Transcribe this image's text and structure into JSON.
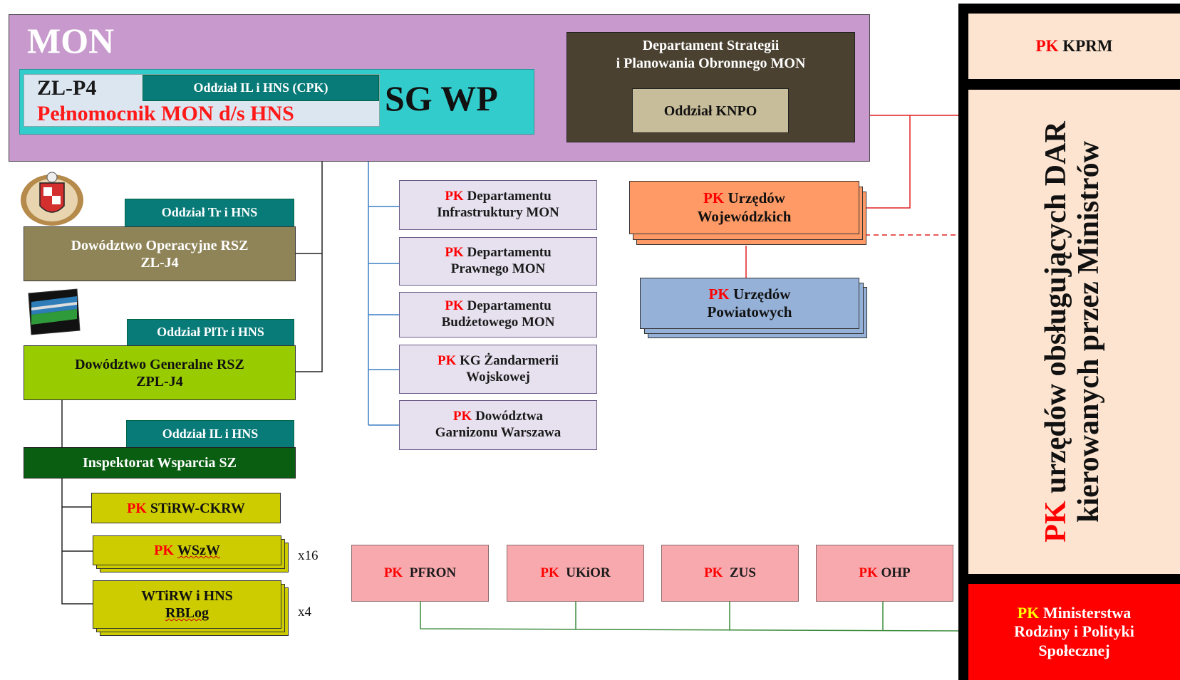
{
  "mon": {
    "label": "MON"
  },
  "sgwp": {
    "label": "SG WP"
  },
  "zl_p4": {
    "code": "ZL-P4",
    "plenipotentiary": "Pełnomocnik MON d/s HNS"
  },
  "oddzial_il_cpk": {
    "label": "Oddział IL i HNS (CPK)"
  },
  "dspo": {
    "line1": "Departament Strategii",
    "line2": "i Planowania Obronnego MON",
    "knpo": "Oddział KNPO"
  },
  "left_column": {
    "oddzial_tr": "Oddział Tr i HNS",
    "do_rsz": {
      "line1": "Dowództwo Operacyjne RSZ",
      "line2": "ZL-J4"
    },
    "oddzial_pltr": "Oddział PlTr i HNS",
    "dg_rsz": {
      "line1": "Dowództwo Generalne RSZ",
      "line2": "ZPL-J4"
    },
    "oddzial_il": "Oddział IL i HNS",
    "iwsz": "Inspektorat Wsparcia SZ",
    "stirw": {
      "pk": "PK",
      "name": "STiRW-CKRW"
    },
    "wszw": {
      "pk": "PK",
      "name": "WSzW",
      "count": "x16"
    },
    "wtirw": {
      "line1": "WTiRW i HNS",
      "line2": "RBLog",
      "count": "x4"
    }
  },
  "departments": [
    {
      "pk": "PK",
      "line1": "Departamentu",
      "line2": "Infrastruktury MON"
    },
    {
      "pk": "PK",
      "line1": "Departamentu",
      "line2": "Prawnego MON"
    },
    {
      "pk": "PK",
      "line1": "Departamentu",
      "line2": "Budżetowego MON"
    },
    {
      "pk": "PK",
      "line1": "KG Żandarmerii",
      "line2": "Wojskowej"
    },
    {
      "pk": "PK",
      "line1": "Dowództwa",
      "line2": "Garnizonu Warszawa"
    }
  ],
  "voivodeship": {
    "pk": "PK",
    "line1": "Urzędów",
    "line2": "Wojewódzkich"
  },
  "county": {
    "pk": "PK",
    "line1": "Urzędów",
    "line2": "Powiatowych"
  },
  "bottom_row": [
    {
      "pk": "PK",
      "name": "PFRON"
    },
    {
      "pk": "PK",
      "name": "UKiOR"
    },
    {
      "pk": "PK",
      "name": "ZUS"
    },
    {
      "pk": "PK",
      "name": "OHP"
    }
  ],
  "right_panel": {
    "kprm": {
      "pk": "PK",
      "name": "KPRM"
    },
    "vertical": {
      "pk": "PK",
      "line1": "urzędów obsługujących DAR",
      "line2": "kierowanych przez Ministrów"
    },
    "ministry": {
      "pk": "PK",
      "line1": "Ministerstwa",
      "line2": "Rodziny i Polityki",
      "line3": "Społecznej"
    }
  },
  "colors": {
    "mon_bg": "#c799cc",
    "sgwp_bg": "#33cccc",
    "dspo_bg": "#4a4130",
    "knpo_bg": "#c8bd9a",
    "teal": "#087b78",
    "olive": "#8f8458",
    "lime": "#99cc00",
    "dark_green": "#0a5e12",
    "yellow_green": "#cccc00",
    "orange": "#ff9a66",
    "steel_blue": "#95b1d8",
    "lilac": "#e7e1ef",
    "pink": "#f7a9ae",
    "peach": "#fce4d0",
    "red": "#ff0000"
  },
  "icons": [
    "operational-command-emblem",
    "general-command-emblem"
  ]
}
